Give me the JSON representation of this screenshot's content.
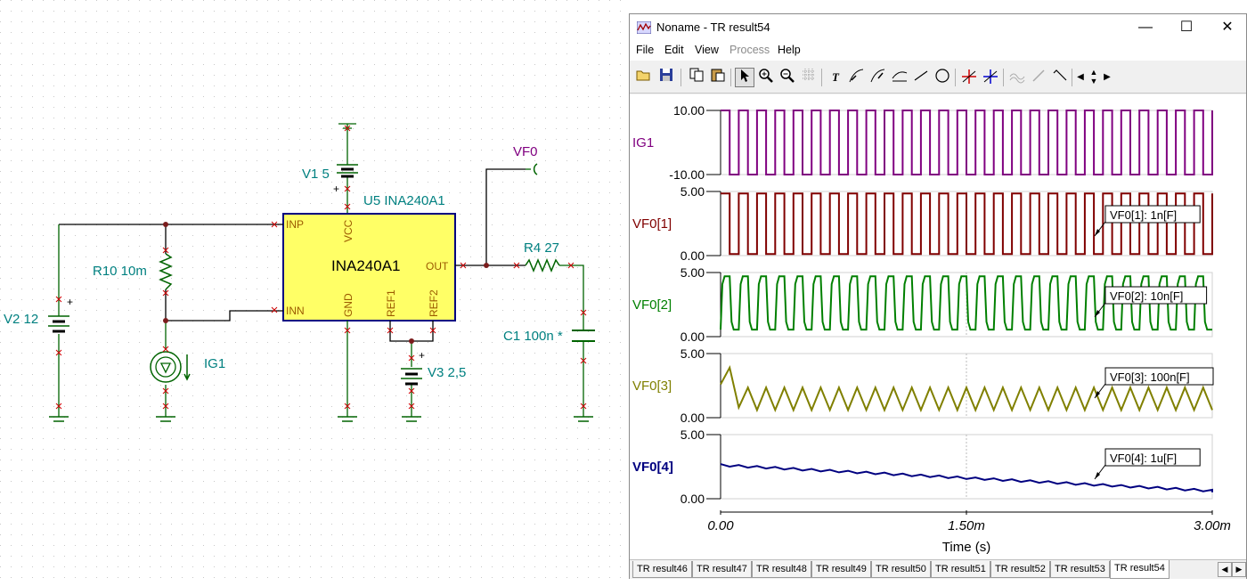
{
  "schematic": {
    "labels": {
      "v1": "V1 5",
      "u5": "U5 INA240A1",
      "vf0": "VF0",
      "r4": "R4 27",
      "r10": "R10 10m",
      "v2": "V2 12",
      "ig1": "IG1",
      "c1": "C1 100n *",
      "v3": "V3 2,5"
    },
    "chip": {
      "name": "INA240A1",
      "pins": {
        "inp": "INP",
        "inn": "INN",
        "vcc": "VCC",
        "gnd": "GND",
        "ref1": "REF1",
        "ref2": "REF2",
        "out": "OUT"
      },
      "fill": "#ffff66"
    },
    "plus": "+"
  },
  "window": {
    "title": "Noname - TR result54",
    "buttons": {
      "minimize": "—",
      "maximize": "☐",
      "close": "✕"
    },
    "menu": [
      {
        "label": "File",
        "enabled": true
      },
      {
        "label": "Edit",
        "enabled": true
      },
      {
        "label": "View",
        "enabled": true
      },
      {
        "label": "Process",
        "enabled": false
      },
      {
        "label": "Help",
        "enabled": true
      }
    ],
    "toolbar": {
      "open": "open-folder-icon",
      "save": "save-disk-icon",
      "copy": "copy-icon",
      "paste": "paste-icon",
      "pointer": "pointer-arrow-icon",
      "zoom_in": "zoom-in-icon",
      "zoom_out": "zoom-out-icon",
      "text": "T"
    }
  },
  "chart_data": {
    "type": "line",
    "x": {
      "label": "Time (s)",
      "range": [
        0,
        0.003
      ],
      "ticks": [
        "0.00",
        "1.50m",
        "3.00m"
      ]
    },
    "grid": "center vertical dotted line only",
    "panels": [
      {
        "name": "IG1",
        "color": "#800080",
        "ylim": [
          -10,
          10
        ],
        "ticks": [
          "10.00",
          "-10.00"
        ],
        "waveform": "square",
        "cycles": 27,
        "low": -10,
        "high": 10,
        "callout": ""
      },
      {
        "name": "VF0[1]",
        "color": "#800000",
        "ylim": [
          0,
          5
        ],
        "ticks": [
          "5.00",
          "0.00"
        ],
        "waveform": "square",
        "cycles": 27,
        "low": 0.12,
        "high": 4.85,
        "callout": "VF0[1]: 1n[F]"
      },
      {
        "name": "VF0[2]",
        "color": "#008000",
        "ylim": [
          0,
          5
        ],
        "ticks": [
          "5.00",
          "0.00"
        ],
        "waveform": "rounded-square",
        "cycles": 27,
        "low": 0.55,
        "high": 4.7,
        "callout": "VF0[2]: 10n[F]"
      },
      {
        "name": "VF0[3]",
        "color": "#808000",
        "ylim": [
          0,
          5
        ],
        "ticks": [
          "5.00",
          "0.00"
        ],
        "waveform": "triangle",
        "cycles": 27,
        "low": 0.6,
        "high": 2.35,
        "start": 2.6,
        "peak": 3.9,
        "callout": "VF0[3]: 100n[F]"
      },
      {
        "name": "VF0[4]",
        "color": "#000080",
        "ylim": [
          0,
          5
        ],
        "ticks": [
          "5.00",
          "0.00"
        ],
        "waveform": "decaying-ripple",
        "cycles": 27,
        "start": 2.6,
        "end": 0.6,
        "ripple": 0.2,
        "callout": "VF0[4]: 1u[F]"
      }
    ]
  },
  "tabs": [
    {
      "label": "TR result46",
      "active": false
    },
    {
      "label": "TR result47",
      "active": false
    },
    {
      "label": "TR result48",
      "active": false
    },
    {
      "label": "TR result49",
      "active": false
    },
    {
      "label": "TR result50",
      "active": false
    },
    {
      "label": "TR result51",
      "active": false
    },
    {
      "label": "TR result52",
      "active": false
    },
    {
      "label": "TR result53",
      "active": false
    },
    {
      "label": "TR result54",
      "active": true
    }
  ]
}
